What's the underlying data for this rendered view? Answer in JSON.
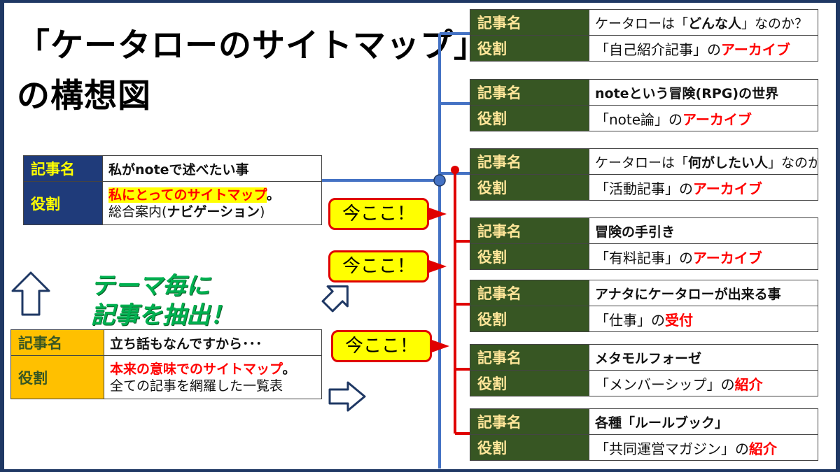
{
  "title": {
    "line1": "「ケータローのサイトマップ」",
    "line2": "の構想図"
  },
  "label_name": "記事名",
  "label_role": "役割",
  "main_card": {
    "name": "私がnoteで述べたい事",
    "role_highlight": "私にとってのサイトマップ",
    "role_highlight_suffix": "。",
    "role_line2_prefix": "総合案内(",
    "role_line2_bold": "ナビゲーション",
    "role_line2_suffix": ")"
  },
  "list_card": {
    "name": "立ち話もなんですから･･･",
    "role_highlight": "本来の意味でのサイトマップ",
    "role_highlight_suffix": "。",
    "role_line2": "全ての記事を網羅した一覧表"
  },
  "green_text": {
    "line1": "テーマ毎に",
    "line2": "記事を抽出！"
  },
  "callout_text": "今ここ！",
  "right_cards": [
    {
      "name_pre": "ケータローは「",
      "name_bold": "どんな人",
      "name_post": "」なのか？",
      "role_pre": "「自己紹介記事」の",
      "role_red": "アーカイブ"
    },
    {
      "name_pre": "",
      "name_bold": "noteという冒険(RPG)の世界",
      "name_post": "",
      "role_pre": "「note論」の",
      "role_red": "アーカイブ"
    },
    {
      "name_pre": "ケータローは「",
      "name_bold": "何がしたい人",
      "name_post": "」なのか？",
      "role_pre": "「活動記事」の",
      "role_red": "アーカイブ"
    },
    {
      "name_pre": "",
      "name_bold": "冒険の手引き",
      "name_post": "",
      "role_pre": "「有料記事」の",
      "role_red": "アーカイブ"
    },
    {
      "name_pre": "",
      "name_bold": "アナタにケータローが出来る事",
      "name_post": "",
      "role_pre": "「仕事」の",
      "role_red": "受付"
    },
    {
      "name_pre": "",
      "name_bold": "メタモルフォーゼ",
      "name_post": "",
      "role_pre": "「メンバーシップ」の",
      "role_red": "紹介"
    },
    {
      "name_pre": "",
      "name_bold": "各種「ルールブック」",
      "name_post": "",
      "role_pre": "「共同運営マガジン」の",
      "role_red": "紹介"
    }
  ],
  "colors": {
    "green_label": "#375623",
    "blue_label": "#1f3b7a",
    "orange_label": "#ffc000",
    "connector_blue": "#4472c4",
    "connector_red": "#e00000",
    "frame": "#1f3864"
  }
}
